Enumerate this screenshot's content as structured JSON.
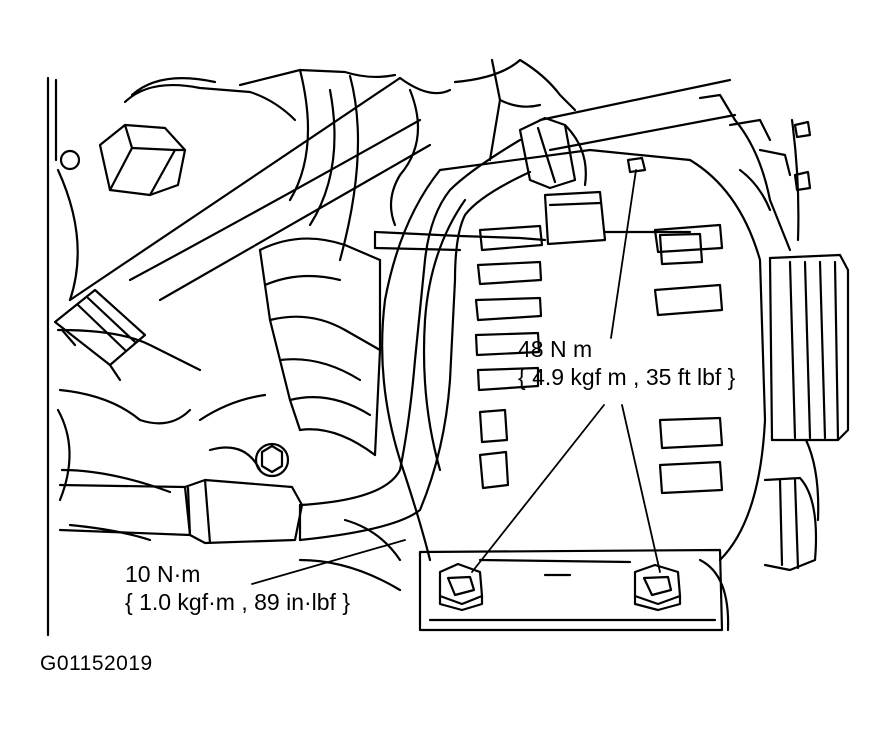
{
  "callouts": {
    "upper_bolts": {
      "torque": "48 N m",
      "conversion": "{ 4.9 kgf m , 35 ft lbf }"
    },
    "lower_bolt": {
      "torque": "10 N·m",
      "conversion": "{ 1.0 kgf·m , 89 in·lbf }"
    }
  },
  "figure_id": "G01152019",
  "colors": {
    "line": "#000000",
    "background": "#ffffff"
  }
}
